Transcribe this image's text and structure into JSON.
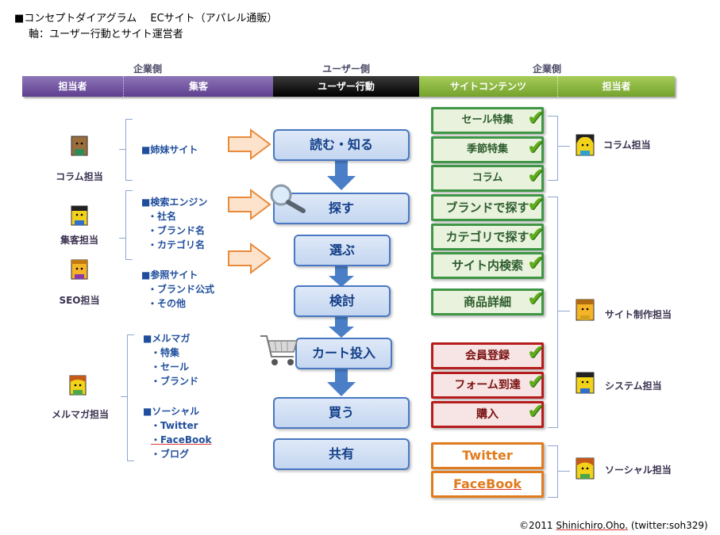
{
  "title": {
    "line1": "■コンセプトダイアグラム　 ECサイト（アパレル通販）",
    "line2": "軸：ユーザー行動とサイト運営者"
  },
  "groups": {
    "left": "企業側",
    "center": "ユーザー側",
    "right": "企業側"
  },
  "headers": {
    "left_person": "担当者",
    "left_attract": "集客",
    "user_action": "ユーザー行動",
    "site_contents": "サイトコンテンツ",
    "right_person": "担当者"
  },
  "left_roles": {
    "column": "コラム担当",
    "attract": "集客担当",
    "seo": "SEO担当",
    "mailmag": "メルマガ担当"
  },
  "attract_lists": {
    "sister": [
      "■姉妹サイト"
    ],
    "search": [
      "■検索エンジン",
      "・社名",
      "・ブランド名",
      "・カテゴリ名"
    ],
    "reference": [
      "■参照サイト",
      "・ブランド公式",
      "・その他"
    ],
    "mailmag": [
      "■メルマガ",
      "・特集",
      "・セール",
      "・ブランド"
    ],
    "social": [
      "■ソーシャル",
      "・Twitter",
      "・FaceBook",
      "・ブログ"
    ]
  },
  "user_flow": [
    "読む・知る",
    "探す",
    "選ぶ",
    "検討",
    "カート投入",
    "買う",
    "共有"
  ],
  "site_contents": {
    "green": [
      "セール特集",
      "季節特集",
      "コラム",
      "ブランドで探す",
      "カテゴリで探す",
      "サイト内検索",
      "商品詳細"
    ],
    "red": [
      "会員登録",
      "フォーム到達",
      "購入"
    ],
    "orange": [
      "Twitter",
      "FaceBook"
    ]
  },
  "right_roles": {
    "column": "コラム担当",
    "site": "サイト制作担当",
    "system": "システム担当",
    "social": "ソーシャル担当"
  },
  "copyright": {
    "prefix": "©2011 ",
    "name": "Shinichiro.Oho.",
    "suffix": "  (twitter:soh329)"
  },
  "colors": {
    "purple_header": "#6a4c9c",
    "green_header": "#8cb843",
    "flow_border": "#4a78c2",
    "flow_arrow": "#4a7fc8",
    "check": "#5fad1d",
    "red_border": "#b71c1c",
    "orange_border": "#e07b1e"
  }
}
